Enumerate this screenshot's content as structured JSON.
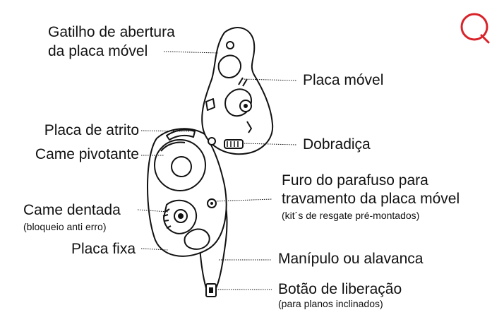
{
  "labels": {
    "trigger_line1": "Gatilho de abertura",
    "trigger_line2": "da placa móvel",
    "moving_plate": "Placa móvel",
    "friction_plate": "Placa de atrito",
    "pivot_cam": "Came pivotante",
    "hinge": "Dobradiça",
    "screw_hole_line1": "Furo do parafuso para",
    "screw_hole_line2": "travamento da placa móvel",
    "screw_hole_note": "(kit´s de resgate pré-montados)",
    "toothed_cam": "Came dentada",
    "toothed_cam_note": "(bloqueio anti erro)",
    "fixed_plate": "Placa fixa",
    "handle": "Manípulo ou alavanca",
    "release_button": "Botão de liberação",
    "release_button_note": "(para planos inclinados)"
  },
  "colors": {
    "brand_accent": "#d8232a",
    "line": "#111111"
  }
}
